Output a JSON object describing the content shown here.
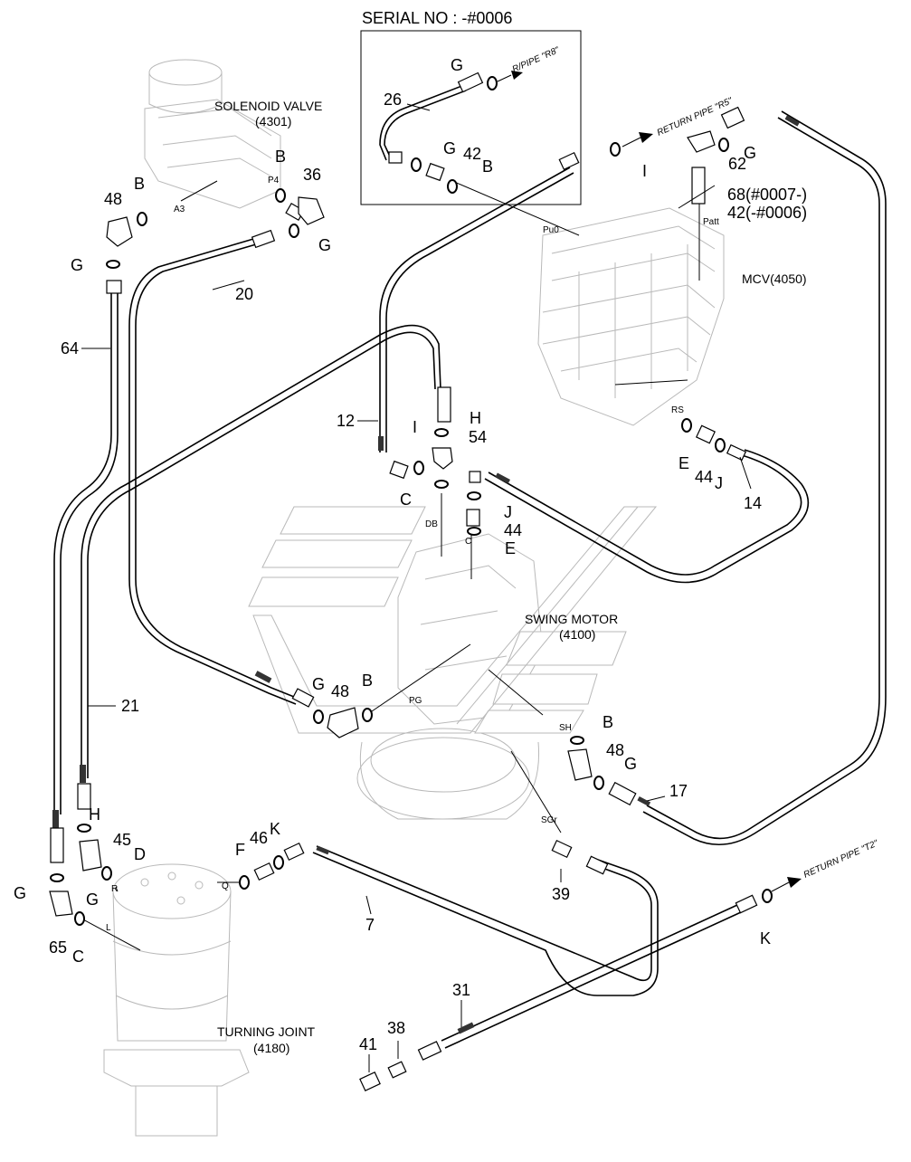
{
  "header": {
    "serial": "SERIAL NO : -#0006"
  },
  "components": {
    "solenoid_valve": {
      "name": "SOLENOID VALVE",
      "code": "(4301)"
    },
    "mcv": {
      "name": "MCV(4050)"
    },
    "swing_motor": {
      "name": "SWING MOTOR",
      "code": "(4100)"
    },
    "turning_joint": {
      "name": "TURNING JOINT",
      "code": "(4180)"
    }
  },
  "return_pipes": {
    "r8": "R/PIPE \"R8\"",
    "r5": "RETURN PIPE \"R5\"",
    "t2": "RETURN PIPE \"T2\""
  },
  "ports": {
    "a3": "A3",
    "p4": "P4",
    "pu0": "Pu0",
    "patt": "Patt",
    "rs": "RS",
    "db": "DB",
    "c": "C",
    "pg": "PG",
    "sh": "SH",
    "sgr": "SGr",
    "q": "Q",
    "r": "R",
    "l": "L"
  },
  "part_labels": {
    "p26": "26",
    "p42a": "42",
    "p62": "62",
    "p68": "68(#0007-)",
    "p42b": "42(-#0006)",
    "p48a": "48",
    "p36": "36",
    "p20": "20",
    "p64": "64",
    "p12": "12",
    "p54": "54",
    "p44a": "44",
    "p14": "14",
    "p44b": "44",
    "p21": "21",
    "p48b": "48",
    "p48c": "48",
    "p17": "17",
    "p45": "45",
    "p46": "46",
    "p7": "7",
    "p39": "39",
    "p65": "65",
    "p31": "31",
    "p38": "38",
    "p41": "41"
  },
  "seal_labels": {
    "g1": "G",
    "g2": "G",
    "b1": "B",
    "b2": "B",
    "b3": "B",
    "g3": "G",
    "i1": "I",
    "g4": "G",
    "g5": "G",
    "g6": "G",
    "h1": "H",
    "i2": "I",
    "c1": "C",
    "j1": "J",
    "e1": "E",
    "e2": "E",
    "j2": "J",
    "g7": "G",
    "b4": "B",
    "b5": "B",
    "g8": "G",
    "h2": "H",
    "d1": "D",
    "g9": "G",
    "f1": "F",
    "k1": "K",
    "c2": "C",
    "k2": "K"
  }
}
